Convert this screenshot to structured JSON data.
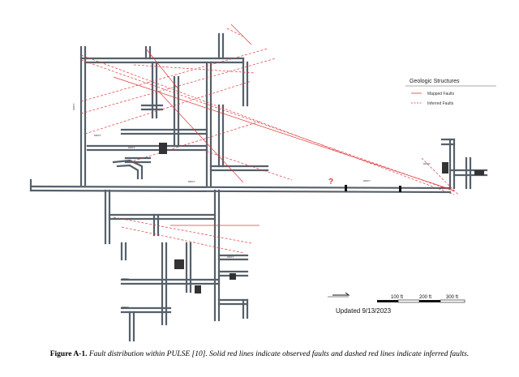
{
  "legend": {
    "title": "Geologic Structures",
    "mapped_label": "Mapped Faults",
    "inferred_label": "Inferred Faults",
    "mapped_color": "#e0393e",
    "inferred_color": "#e0393e"
  },
  "scale": {
    "labels": [
      "100 ft",
      "200 ft",
      "300 ft"
    ]
  },
  "updated": "Updated 9/13/2023",
  "question_mark": "?",
  "caption": {
    "prefix": "Figure A-1.",
    "text": "Fault distribution within PULSE [10].  Solid red lines indicate observed faults and dashed red lines indicate inferred faults."
  },
  "colors": {
    "drift": "#55606b",
    "fault": "#e0393e",
    "ink": "#111111"
  }
}
